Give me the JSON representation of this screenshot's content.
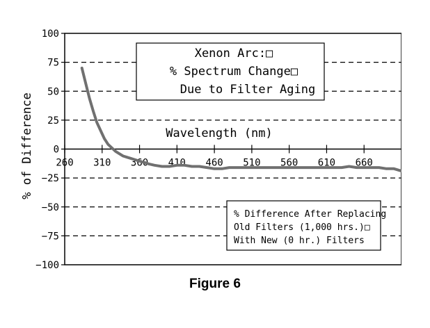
{
  "chart_data": {
    "type": "line",
    "title_lines": [
      "Xenon Arc:□",
      "% Spectrum Change□",
      "Due to Filter Aging"
    ],
    "xlabel": "Wavelength (nm)",
    "ylabel": "% of Difference",
    "xlim": [
      260,
      710
    ],
    "ylim": [
      -100,
      100
    ],
    "x_ticks": [
      260,
      310,
      360,
      410,
      460,
      510,
      560,
      610,
      660
    ],
    "y_ticks": [
      100,
      75,
      50,
      25,
      0,
      -25,
      -50,
      -75,
      -100
    ],
    "y_tick_labels": [
      "100",
      "75",
      "50",
      "25",
      "0",
      "−25",
      "−50",
      "−75",
      "−100"
    ],
    "grid": "horizontal-dashed",
    "annotation_lines": [
      "% Difference After Replacing",
      "Old Filters (1,000 hrs.)□",
      "With New (0 hr.) Filters"
    ],
    "series": [
      {
        "color": "#707070",
        "x": [
          283,
          288,
          293,
          298,
          303,
          308,
          313,
          318,
          323,
          328,
          333,
          338,
          343,
          348,
          353,
          358,
          363,
          368,
          373,
          380,
          390,
          400,
          410,
          420,
          430,
          440,
          450,
          460,
          470,
          480,
          490,
          500,
          510,
          520,
          530,
          540,
          550,
          560,
          570,
          580,
          590,
          600,
          610,
          620,
          630,
          640,
          650,
          660,
          670,
          680,
          690,
          700,
          710
        ],
        "y": [
          70,
          57,
          44,
          33,
          23,
          16,
          9,
          4,
          1,
          -2,
          -4,
          -6,
          -7,
          -8,
          -9,
          -10,
          -11,
          -12,
          -13,
          -14,
          -15,
          -15,
          -14,
          -14,
          -15,
          -15,
          -16,
          -17,
          -17,
          -16,
          -16,
          -16,
          -16,
          -16,
          -16,
          -16,
          -16,
          -16,
          -16,
          -16,
          -16,
          -16,
          -16,
          -16,
          -16,
          -15,
          -16,
          -16,
          -16,
          -16,
          -17,
          -17,
          -19
        ]
      }
    ]
  },
  "figure_caption": "Figure 6"
}
